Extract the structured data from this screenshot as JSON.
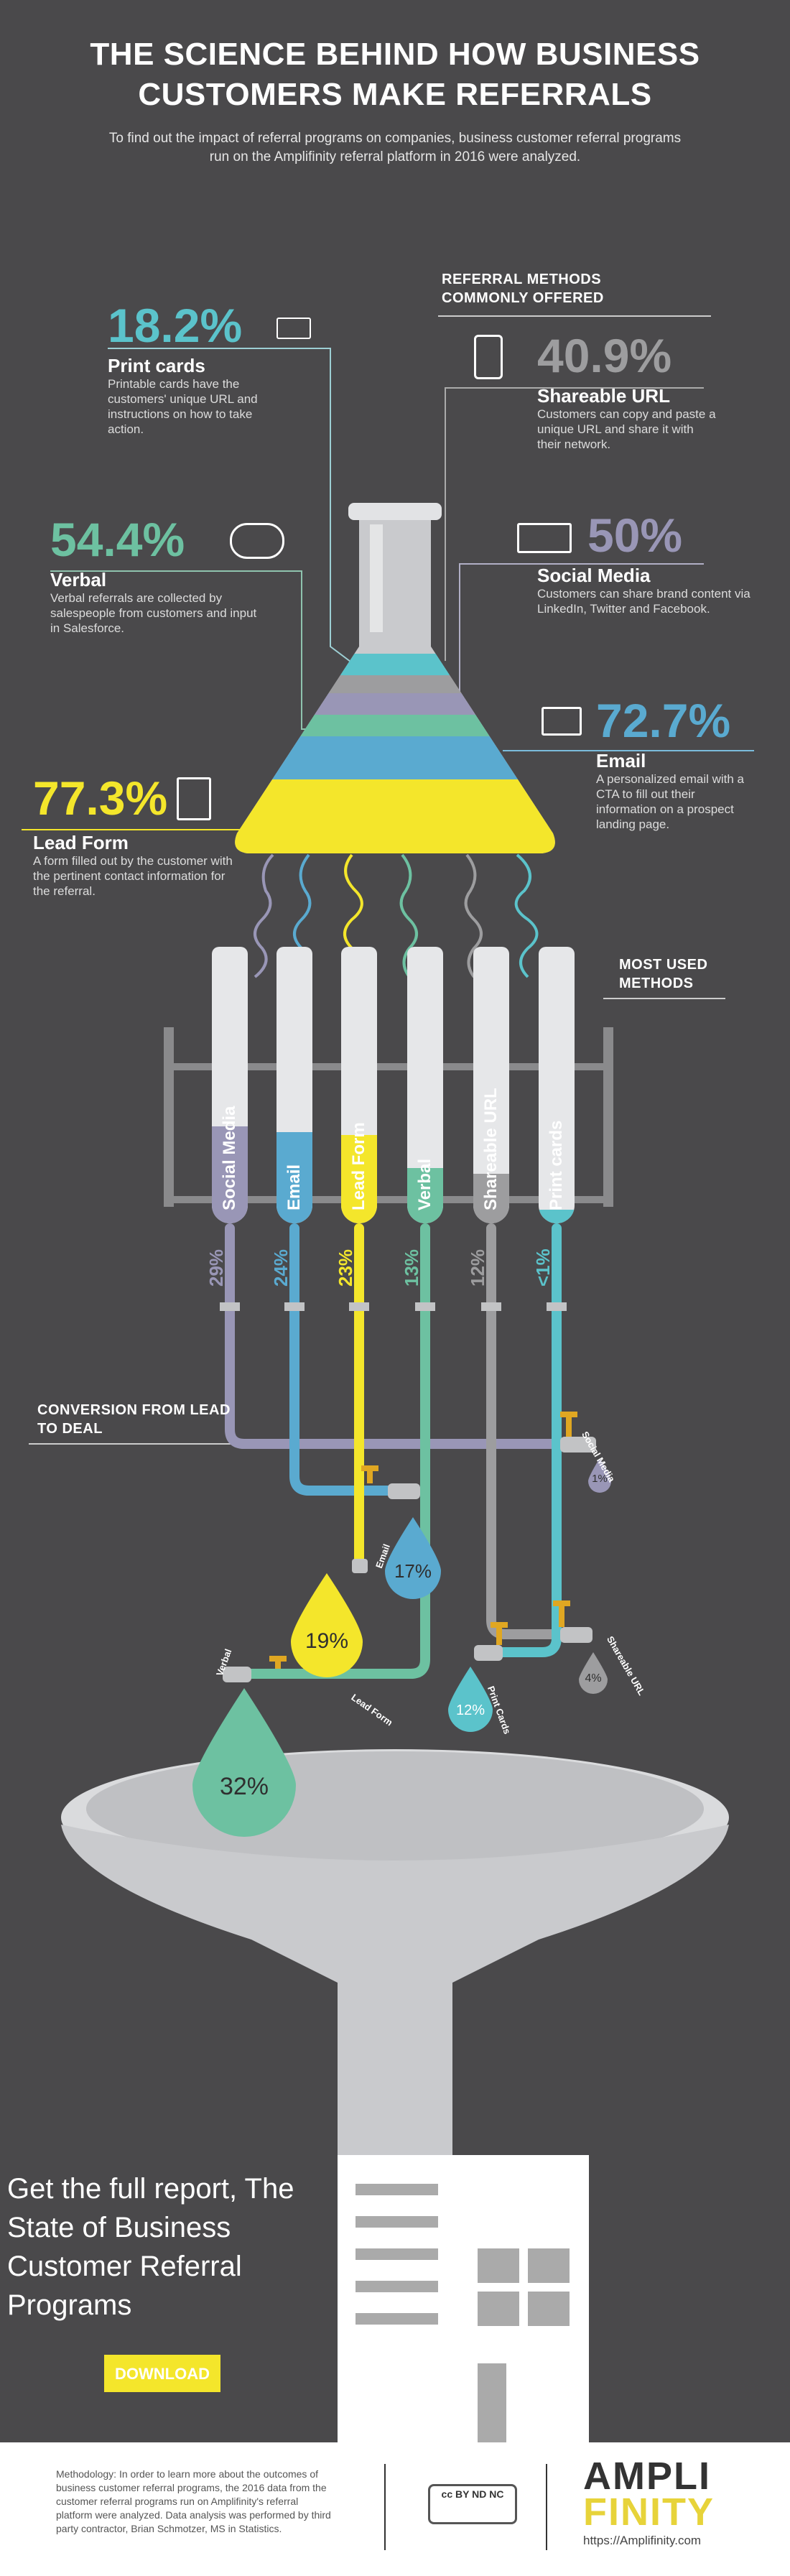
{
  "title": "THE SCIENCE BEHIND HOW BUSINESS CUSTOMERS MAKE REFERRALS",
  "intro": "To find out the impact of referral programs on companies, business customer referral programs run on the Amplifinity referral platform in 2016 were analyzed.",
  "methods_header": "REFERRAL METHODS COMMONLY OFFERED",
  "methods": {
    "print_cards": {
      "pct": "18.2%",
      "label": "Print cards",
      "desc": "Printable cards have the customers' unique URL and instructions on how to take action.",
      "color": "#5bc3cb",
      "icon": "card-icon"
    },
    "shareable_url": {
      "pct": "40.9%",
      "label": "Shareable URL",
      "desc": "Customers can copy and paste a unique URL and share it with their network.",
      "color": "#9d9d9f",
      "icon": "phone-share-icon"
    },
    "verbal": {
      "pct": "54.4%",
      "label": "Verbal",
      "desc": "Verbal referrals are collected by salespeople from customers and input in Salesforce.",
      "color": "#6dc1a1",
      "icon": "speech-bubble-icon"
    },
    "social_media": {
      "pct": "50%",
      "label": "Social Media",
      "desc": "Customers can share brand content via LinkedIn, Twitter and Facebook.",
      "color": "#9996b6",
      "icon": "social-media-icon"
    },
    "email": {
      "pct": "72.7%",
      "label": "Email",
      "desc": "A personalized email with a CTA to fill out their information on a prospect landing page.",
      "color": "#5aaad0",
      "icon": "envelope-icon"
    },
    "lead_form": {
      "pct": "77.3%",
      "label": "Lead Form",
      "desc": "A form filled out by the customer with the pertinent contact information for the referral.",
      "color": "#f4e62b",
      "icon": "checklist-icon"
    }
  },
  "most_used_header": "MOST USED METHODS",
  "tubes": [
    {
      "label": "Social Media",
      "share": "29%",
      "fill": 0.35,
      "color": "#9996b6"
    },
    {
      "label": "Email",
      "share": "24%",
      "fill": 0.33,
      "color": "#5aaad0"
    },
    {
      "label": "Lead Form",
      "share": "23%",
      "fill": 0.32,
      "color": "#f4e62b"
    },
    {
      "label": "Verbal",
      "share": "13%",
      "fill": 0.2,
      "color": "#6dc1a1"
    },
    {
      "label": "Shareable URL",
      "share": "12%",
      "fill": 0.18,
      "color": "#9d9d9f"
    },
    {
      "label": "Print cards",
      "share": "<1%",
      "fill": 0.05,
      "color": "#5bc3cb"
    }
  ],
  "conversion_header": "CONVERSION FROM LEAD TO DEAL",
  "conversions": {
    "social_media": {
      "label": "Social Media",
      "value": "1%"
    },
    "email": {
      "label": "Email",
      "value": "17%"
    },
    "lead_form": {
      "label": "Lead Form",
      "value": "19%"
    },
    "verbal": {
      "label": "Verbal",
      "value": "32%"
    },
    "print_cards": {
      "label": "Print Cards",
      "value": "12%"
    },
    "shareable_url": {
      "label": "Shareable URL",
      "value": "4%"
    }
  },
  "cta": "Get the full report, The State of Business Customer Referral Programs",
  "download_label": "DOWNLOAD",
  "methodology": "Methodology: In order to learn more about the outcomes of business customer referral programs, the 2016 data from the customer referral programs run on Amplifinity's referral platform were analyzed. Data analysis was performed by third party contractor, Brian Schmotzer, MS in Statistics.",
  "license_badge": "cc BY ND NC",
  "brand_top": "AMPLI",
  "brand_bottom": "FINITY",
  "website": "https://Amplifinity.com"
}
